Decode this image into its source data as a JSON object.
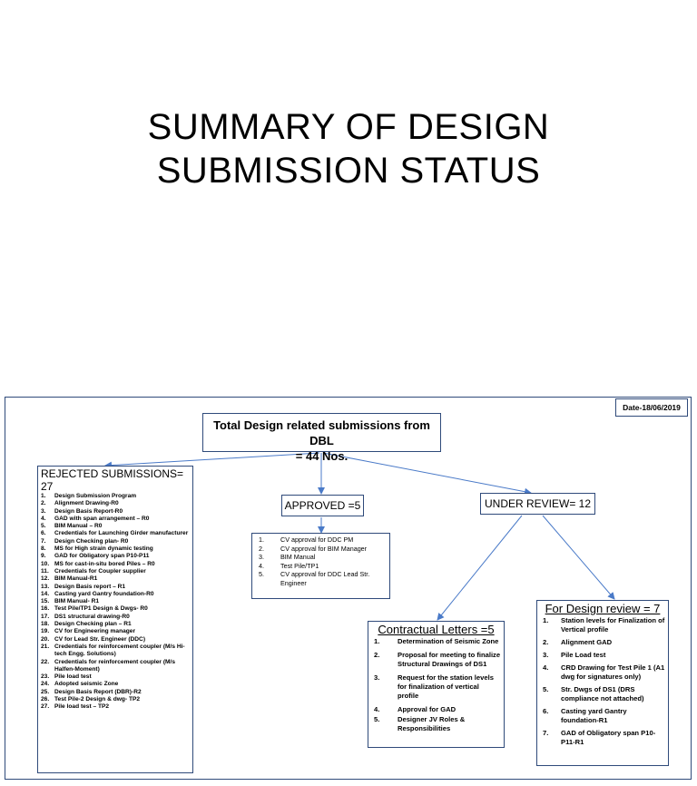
{
  "slide": {
    "title_line1": "SUMMARY OF DESIGN",
    "title_line2": "SUBMISSION STATUS",
    "date": "Date-18/06/2019"
  },
  "total": {
    "line1": "Total Design related submissions from DBL",
    "line2": "= 44 Nos."
  },
  "rejected": {
    "header": "REJECTED SUBMISSIONS= 27",
    "items": [
      {
        "n": "1.",
        "t": "Design Submission Program"
      },
      {
        "n": "2.",
        "t": "Alignment Drawing-R0"
      },
      {
        "n": "3.",
        "t": "Design Basis Report-R0"
      },
      {
        "n": "4.",
        "t": "GAD with span arrangement – R0"
      },
      {
        "n": "5.",
        "t": "BIM Manual – R0"
      },
      {
        "n": "6.",
        "t": "Credentials for Launching Girder manufacturer"
      },
      {
        "n": "7.",
        "t": "Design Checking plan- R0"
      },
      {
        "n": "8.",
        "t": "MS for High strain dynamic testing"
      },
      {
        "n": "9.",
        "t": "GAD for Obligatory span P10-P11"
      },
      {
        "n": "10.",
        "t": "MS for cast-in-situ bored Piles – R0"
      },
      {
        "n": "11.",
        "t": "Credentials for Coupler supplier"
      },
      {
        "n": "12.",
        "t": "BIM Manual-R1"
      },
      {
        "n": "13.",
        "t": "Design Basis report – R1"
      },
      {
        "n": "14.",
        "t": "Casting yard Gantry foundation-R0"
      },
      {
        "n": "15.",
        "t": "BIM Manual- R1"
      },
      {
        "n": "16.",
        "t": "Test Pile/TP1 Design & Dwgs- R0"
      },
      {
        "n": "17.",
        "t": "DS1 structural drawing-R0"
      },
      {
        "n": "18.",
        "t": "Design Checking plan – R1"
      },
      {
        "n": "19.",
        "t": "CV for Engineering manager"
      },
      {
        "n": "20.",
        "t": "CV for Lead Str. Engineer (DDC)"
      },
      {
        "n": "21.",
        "t": "Credentials for reinforcement coupler (M/s Hi-tech Engg. Solutions)"
      },
      {
        "n": "22.",
        "t": "Credentials for reinforcement coupler (M/s Halfen-Moment)"
      },
      {
        "n": "23.",
        "t": "Pile load test"
      },
      {
        "n": "24.",
        "t": "Adopted seismic Zone"
      },
      {
        "n": "25.",
        "t": "Design Basis Report (DBR)-R2"
      },
      {
        "n": "26.",
        "t": "Test Pile-2 Design & dwg- TP2"
      },
      {
        "n": "27.",
        "t": "Pile load test – TP2"
      }
    ]
  },
  "approved": {
    "header": "APPROVED =5",
    "items": [
      {
        "n": "1.",
        "t": "CV approval for DDC PM"
      },
      {
        "n": "2.",
        "t": "CV approval for BIM Manager"
      },
      {
        "n": "3.",
        "t": "BIM Manual"
      },
      {
        "n": "4.",
        "t": "Test Pile/TP1"
      },
      {
        "n": "5.",
        "t": "CV approval for DDC Lead Str. Engineer"
      }
    ]
  },
  "under_review": {
    "header": "UNDER REVIEW= 12"
  },
  "contractual": {
    "header": "Contractual Letters =5",
    "items": [
      {
        "n": "1.",
        "t": "Determination of Seismic Zone"
      },
      {
        "n": "2.",
        "t": "Proposal for meeting to finalize Structural Drawings of DS1"
      },
      {
        "n": "3.",
        "t": "Request for the station levels for finalization of vertical profile"
      },
      {
        "n": "4.",
        "t": "Approval for GAD"
      },
      {
        "n": "5.",
        "t": "Designer JV Roles & Responsibilities"
      }
    ]
  },
  "design_review": {
    "header": "For Design review = 7",
    "items": [
      {
        "n": "1.",
        "t": "Station levels for Finalization of Vertical profile"
      },
      {
        "n": "2.",
        "t": "Alignment GAD"
      },
      {
        "n": "3.",
        "t": "Pile Load test"
      },
      {
        "n": "4.",
        "t": "CRD Drawing for Test Pile 1 (A1 dwg for signatures only)"
      },
      {
        "n": "5.",
        "t": "Str. Dwgs of DS1 (DRS compliance not attached)"
      },
      {
        "n": "6.",
        "t": "Casting yard Gantry foundation-R1"
      },
      {
        "n": "7.",
        "t": "GAD of Obligatory span P10-P11-R1"
      }
    ]
  },
  "colors": {
    "border": "#2f4a7a",
    "arrow": "#4a7ac8"
  }
}
